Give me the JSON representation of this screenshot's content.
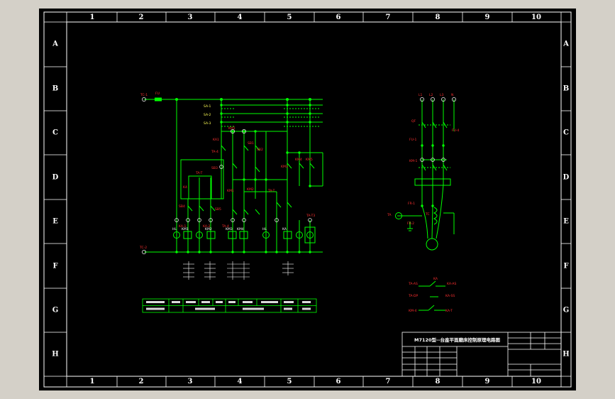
{
  "border": {
    "columns": [
      "1",
      "2",
      "3",
      "4",
      "5",
      "6",
      "7",
      "8",
      "9",
      "10"
    ],
    "rows": [
      "A",
      "B",
      "C",
      "D",
      "E",
      "F",
      "G",
      "H"
    ]
  },
  "title_block": {
    "title": "M7120型--台座平面磨床控制原理电路图"
  },
  "colors": {
    "background": "#000000",
    "frame": "#ffffff",
    "wire": "#00ff00",
    "label": "#ff3030",
    "terminal": "#ffffff",
    "component": "#ffff55"
  }
}
